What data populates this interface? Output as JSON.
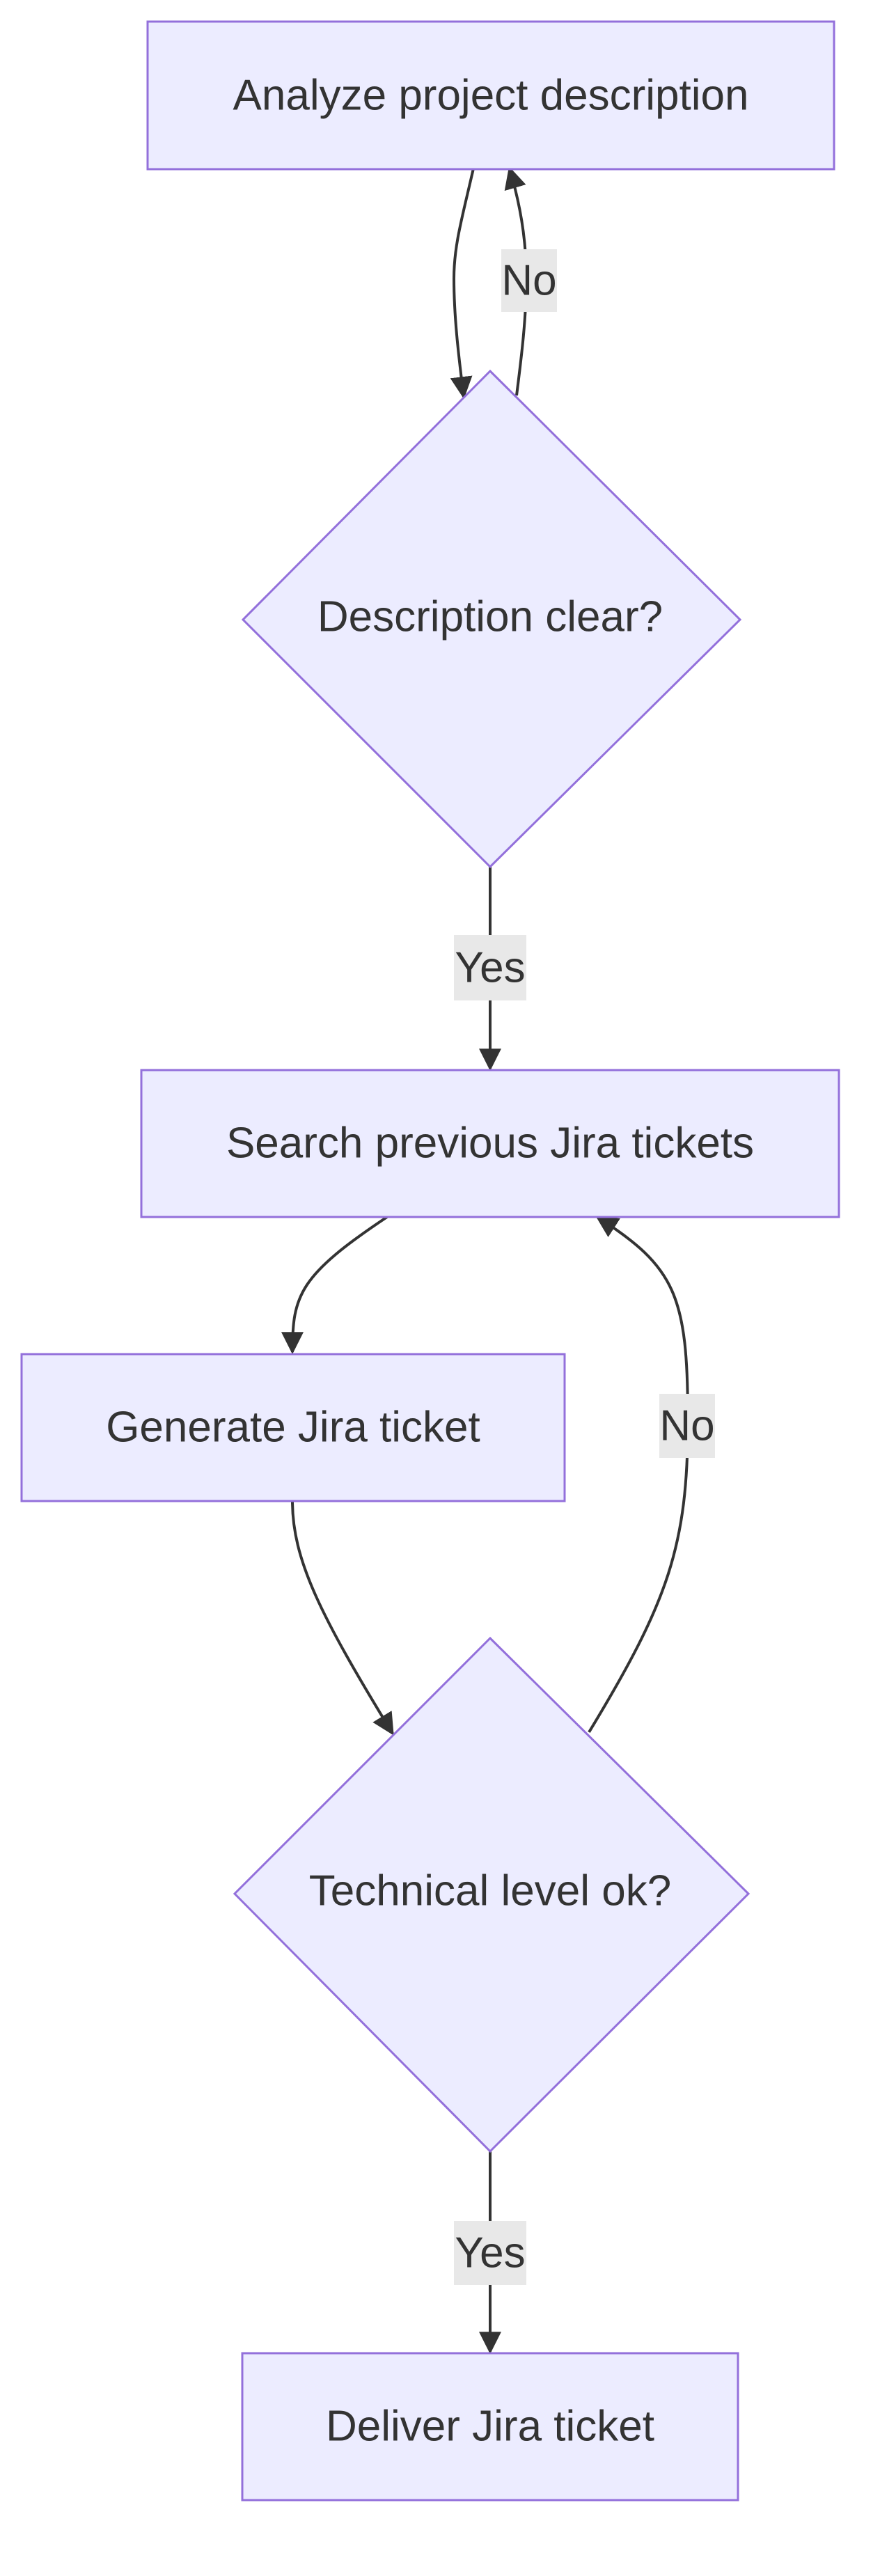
{
  "diagram": {
    "nodes": {
      "analyze": {
        "label": "Analyze project description",
        "shape": "rect"
      },
      "clear": {
        "label": "Description clear?",
        "shape": "diamond"
      },
      "search": {
        "label": "Search previous Jira tickets",
        "shape": "rect"
      },
      "generate": {
        "label": "Generate Jira ticket",
        "shape": "rect"
      },
      "technical": {
        "label": "Technical level ok?",
        "shape": "diamond"
      },
      "deliver": {
        "label": "Deliver Jira ticket",
        "shape": "rect"
      }
    },
    "edges": {
      "analyze_to_clear": {
        "from": "analyze",
        "to": "clear",
        "label": ""
      },
      "clear_no": {
        "from": "clear",
        "to": "analyze",
        "label": "No"
      },
      "clear_yes": {
        "from": "clear",
        "to": "search",
        "label": "Yes"
      },
      "search_to_generate": {
        "from": "search",
        "to": "generate",
        "label": ""
      },
      "generate_to_technical": {
        "from": "generate",
        "to": "technical",
        "label": ""
      },
      "technical_no": {
        "from": "technical",
        "to": "search",
        "label": "No"
      },
      "technical_yes": {
        "from": "technical",
        "to": "deliver",
        "label": "Yes"
      }
    },
    "colors": {
      "node_fill": "#ECECFF",
      "node_stroke": "#9370DB",
      "edge": "#333333",
      "edge_label_bg": "#E8E8E8",
      "text": "#333333"
    }
  }
}
